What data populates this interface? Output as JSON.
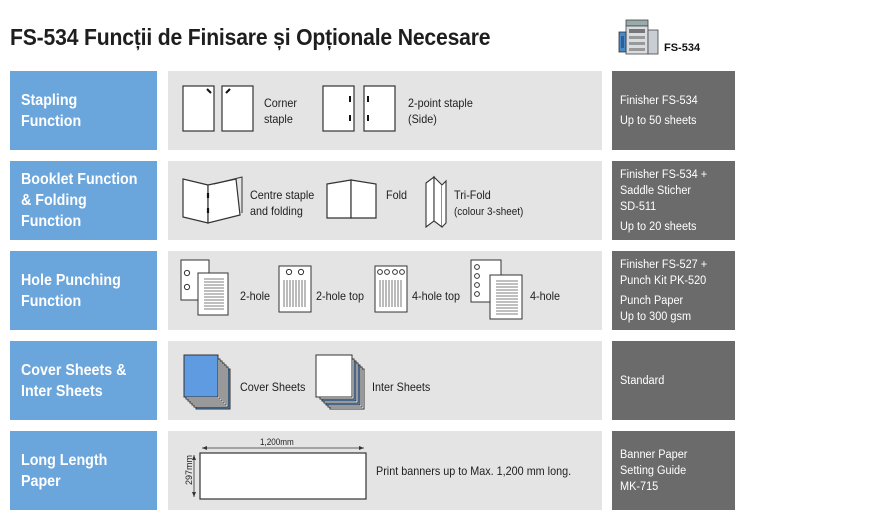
{
  "header": {
    "title": "FS-534  Funcții de Finisare și Opționale Necesare",
    "model_label": "FS-534"
  },
  "colors": {
    "function_bg": "#6aa5dc",
    "middle_bg": "#e4e4e4",
    "spec_bg": "#6b6b6b"
  },
  "rows": [
    {
      "function": "Stapling\nFunction",
      "items": [
        {
          "label": "Corner\nstaple",
          "icon": "corner-staple-icon"
        },
        {
          "label": "2-point staple\n(Side)",
          "icon": "two-point-staple-icon"
        }
      ],
      "spec": [
        [
          "Finisher FS-534",
          "Up to 50 sheets"
        ]
      ]
    },
    {
      "function": "Booklet Function\n& Folding\nFunction",
      "items": [
        {
          "label": "Centre staple\nand folding",
          "icon": "centre-staple-folding-icon"
        },
        {
          "label": "Fold",
          "icon": "fold-icon"
        },
        {
          "label": "Tri-Fold",
          "sub": "(colour 3-sheet)",
          "icon": "tri-fold-icon"
        }
      ],
      "spec": [
        [
          "Finisher FS-534 +",
          "Saddle Sticher",
          "SD-511"
        ],
        [
          "Up to 20 sheets"
        ]
      ]
    },
    {
      "function": "Hole Punching\nFunction",
      "items": [
        {
          "label": "2-hole",
          "icon": "two-hole-punch-icon"
        },
        {
          "label": "2-hole top",
          "icon": "two-hole-top-punch-icon"
        },
        {
          "label": "4-hole top",
          "icon": "four-hole-top-punch-icon"
        },
        {
          "label": "4-hole",
          "icon": "four-hole-punch-icon"
        }
      ],
      "spec": [
        [
          "Finisher FS-527 +",
          "Punch Kit PK-520"
        ],
        [
          "Punch Paper",
          "Up to 300 gsm"
        ]
      ]
    },
    {
      "function": "Cover Sheets &\nInter Sheets",
      "items": [
        {
          "label": "Cover Sheets",
          "icon": "cover-sheets-icon"
        },
        {
          "label": "Inter Sheets",
          "icon": "inter-sheets-icon"
        }
      ],
      "spec": [
        [
          "Standard"
        ]
      ]
    },
    {
      "function": "Long Length Paper",
      "items": [
        {
          "label": "Print banners up to Max. 1,200 mm long.",
          "icon": "banner-paper-icon",
          "width_label": "1,200mm",
          "height_label": "297mm"
        }
      ],
      "spec": [
        [
          "Banner Paper",
          "Setting Guide",
          "MK-715"
        ]
      ]
    }
  ]
}
